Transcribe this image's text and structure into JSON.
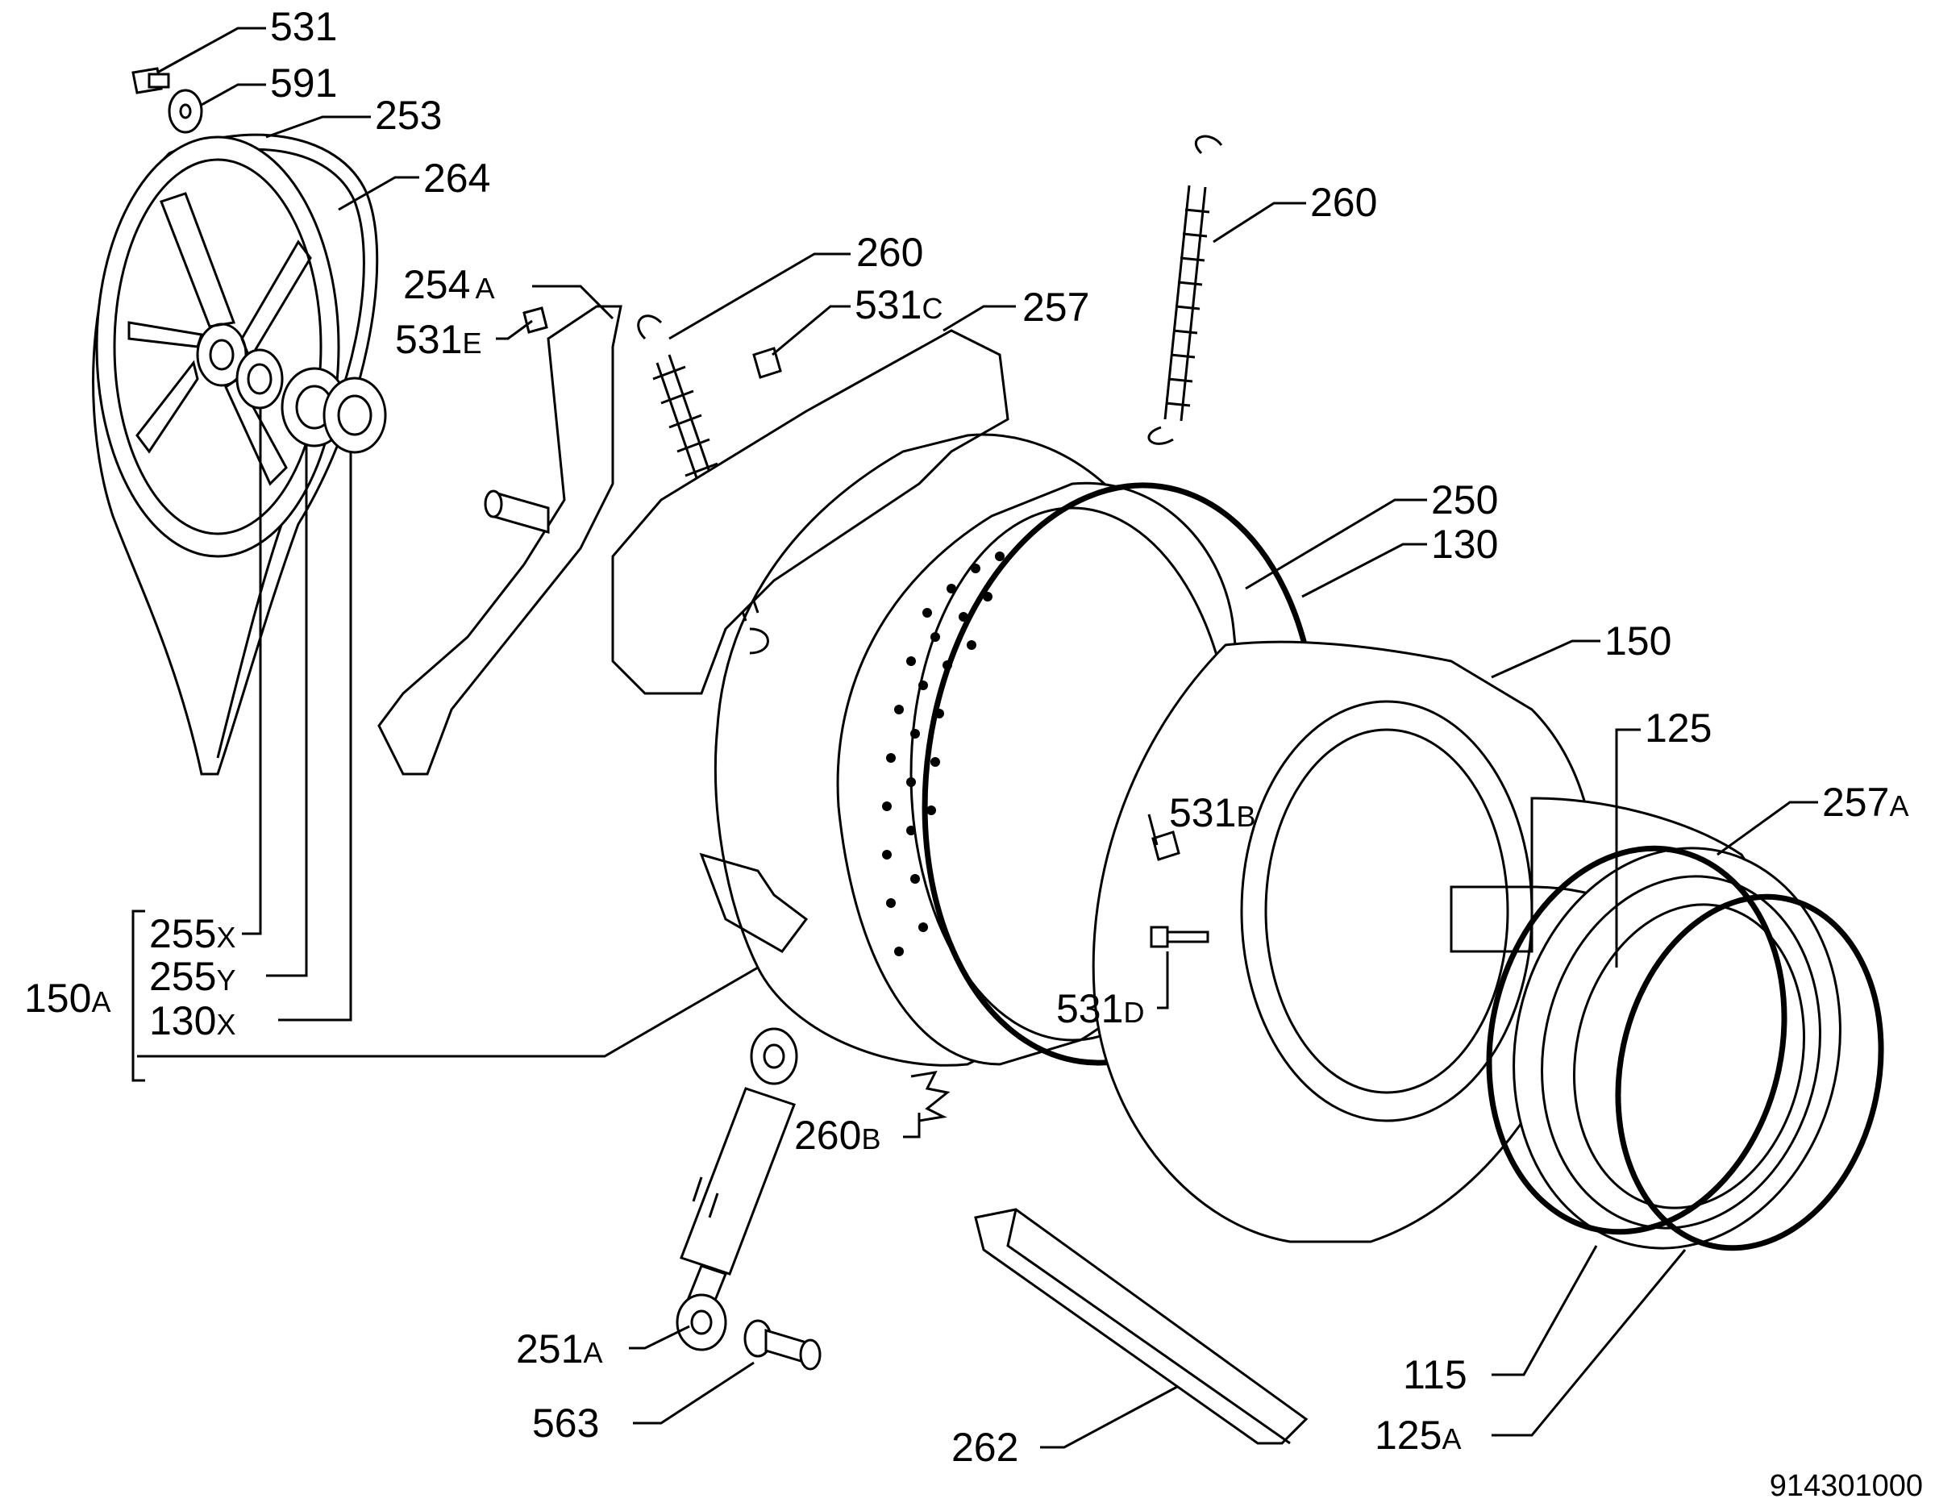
{
  "labels": [
    {
      "id": "l531",
      "num": "531",
      "sfx": ""
    },
    {
      "id": "l591",
      "num": "591",
      "sfx": ""
    },
    {
      "id": "l253",
      "num": "253",
      "sfx": ""
    },
    {
      "id": "l264",
      "num": "264",
      "sfx": ""
    },
    {
      "id": "l254a",
      "num": "254",
      "sfx": "A"
    },
    {
      "id": "l531e",
      "num": "531",
      "sfx": "E"
    },
    {
      "id": "l260a",
      "num": "260",
      "sfx": ""
    },
    {
      "id": "l531c",
      "num": "531",
      "sfx": "C"
    },
    {
      "id": "l257",
      "num": "257",
      "sfx": ""
    },
    {
      "id": "l260b",
      "num": "260",
      "sfx": ""
    },
    {
      "id": "l250",
      "num": "250",
      "sfx": ""
    },
    {
      "id": "l130",
      "num": "130",
      "sfx": ""
    },
    {
      "id": "l150",
      "num": "150",
      "sfx": ""
    },
    {
      "id": "l125",
      "num": "125",
      "sfx": ""
    },
    {
      "id": "l257a",
      "num": "257",
      "sfx": "A"
    },
    {
      "id": "l531b",
      "num": "531",
      "sfx": "B"
    },
    {
      "id": "l531d",
      "num": "531",
      "sfx": "D"
    },
    {
      "id": "l255x",
      "num": "255",
      "sfx": "X"
    },
    {
      "id": "l255y",
      "num": "255",
      "sfx": "Y"
    },
    {
      "id": "l150a",
      "num": "150",
      "sfx": "A"
    },
    {
      "id": "l130x",
      "num": "130",
      "sfx": "X"
    },
    {
      "id": "l260bb",
      "num": "260",
      "sfx": "B"
    },
    {
      "id": "l251a",
      "num": "251",
      "sfx": "A"
    },
    {
      "id": "l563",
      "num": "563",
      "sfx": ""
    },
    {
      "id": "l262",
      "num": "262",
      "sfx": ""
    },
    {
      "id": "l115",
      "num": "115",
      "sfx": ""
    },
    {
      "id": "l125a",
      "num": "125",
      "sfx": "A"
    }
  ],
  "drawing_ref": "914301000"
}
